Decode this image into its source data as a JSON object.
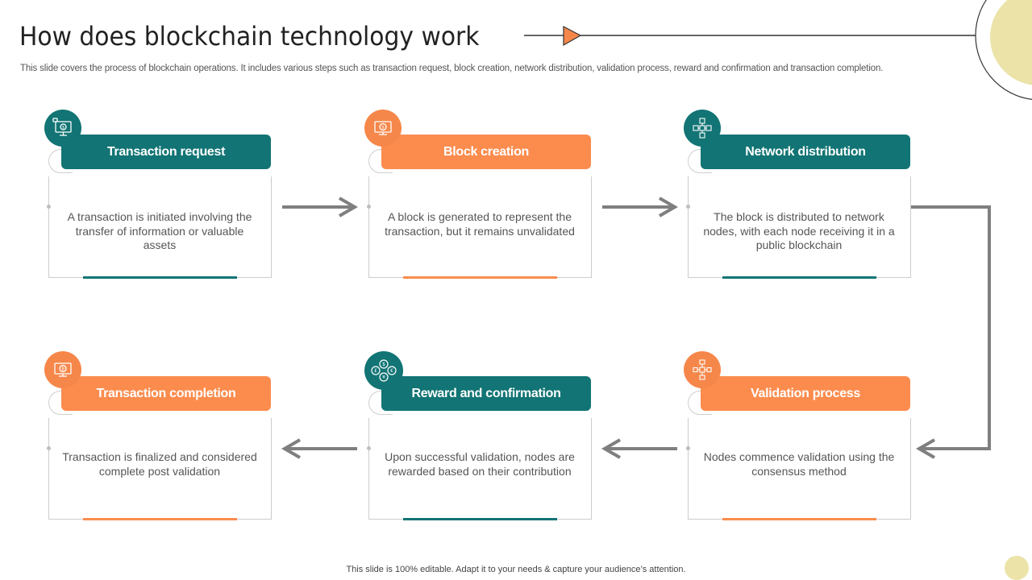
{
  "slide": {
    "title": "How does blockchain technology work",
    "subtitle": "This slide covers the process of blockchain operations. It includes various steps such as transaction request, block creation, network distribution, validation process, reward and confirmation and transaction completion.",
    "footer": "This slide is 100% editable.  Adapt it to your needs & capture your audience’s attention."
  },
  "colors": {
    "teal": "#127474",
    "orange": "#fb8c4e",
    "arrow": "#7f7f7f",
    "accent_yellow": "#ebe3a8"
  },
  "steps": [
    {
      "title": "Transaction request",
      "description": "A transaction is initiated involving the transfer of information or valuable assets",
      "color": "teal",
      "icon": "monitor-dollar-icon"
    },
    {
      "title": "Block creation",
      "description": "A block is generated to represent the transaction, but it remains unvalidated",
      "color": "orange",
      "icon": "monitor-coin-icon"
    },
    {
      "title": "Network distribution",
      "description": "The block is distributed to network nodes, with each node receiving it in a public blockchain",
      "color": "teal",
      "icon": "network-blocks-icon"
    },
    {
      "title": "Validation process",
      "description": "Nodes commence validation using the consensus method",
      "color": "orange",
      "icon": "chain-validation-icon"
    },
    {
      "title": "Reward and confirmation",
      "description": "Upon successful validation, nodes are rewarded based on their contribution",
      "color": "teal",
      "icon": "coins-reward-icon"
    },
    {
      "title": "Transaction completion",
      "description": "Transaction is finalized and considered complete post validation",
      "color": "orange",
      "icon": "monitor-bitcoin-icon"
    }
  ]
}
